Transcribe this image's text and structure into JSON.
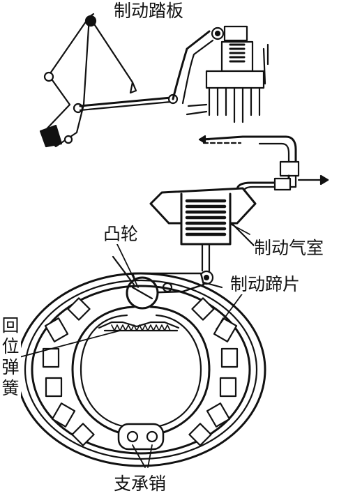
{
  "labels": {
    "brake_pedal": "制动踏板",
    "cam": "凸轮",
    "brake_chamber": "制动气室",
    "brake_shoe": "制动蹄片",
    "return_spring": "回位弹簧",
    "support_pin": "支承销"
  },
  "colors": {
    "ink": "#111111",
    "paper": "#ffffff"
  }
}
